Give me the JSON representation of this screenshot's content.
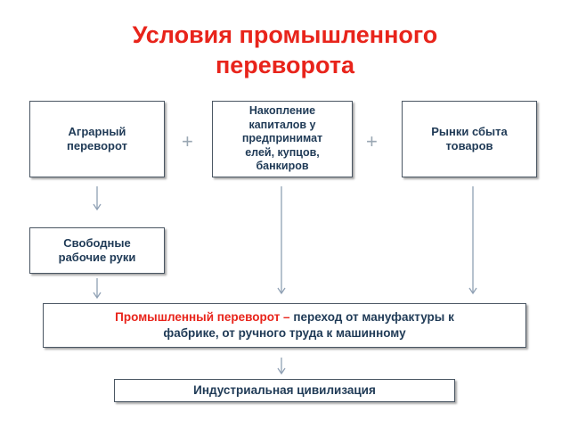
{
  "title_line1": "Условия промышленного",
  "title_line2": "переворота",
  "boxes": {
    "agrarian": {
      "line1": "Аграрный",
      "line2": "переворот"
    },
    "capital": {
      "line1": "Накопление",
      "line2": "капиталов у",
      "line3": "предпринимат",
      "line4": "елей, купцов,",
      "line5": "банкиров"
    },
    "markets": {
      "line1": "Рынки сбыта",
      "line2": "товаров"
    },
    "labor": {
      "line1": "Свободные",
      "line2": "рабочие руки"
    },
    "revolution": {
      "term": "Промышленный переворот –",
      "definition_line1": " переход от мануфактуры к",
      "definition_line2": "фабрике, от ручного труда к машинному"
    },
    "civilization": {
      "label": "Индустриальная цивилизация"
    }
  },
  "plus_symbol": "+",
  "colors": {
    "title": "#e8241b",
    "box_text": "#1f3a56",
    "arrow": "#8fa0b4",
    "border": "#4a5663"
  }
}
